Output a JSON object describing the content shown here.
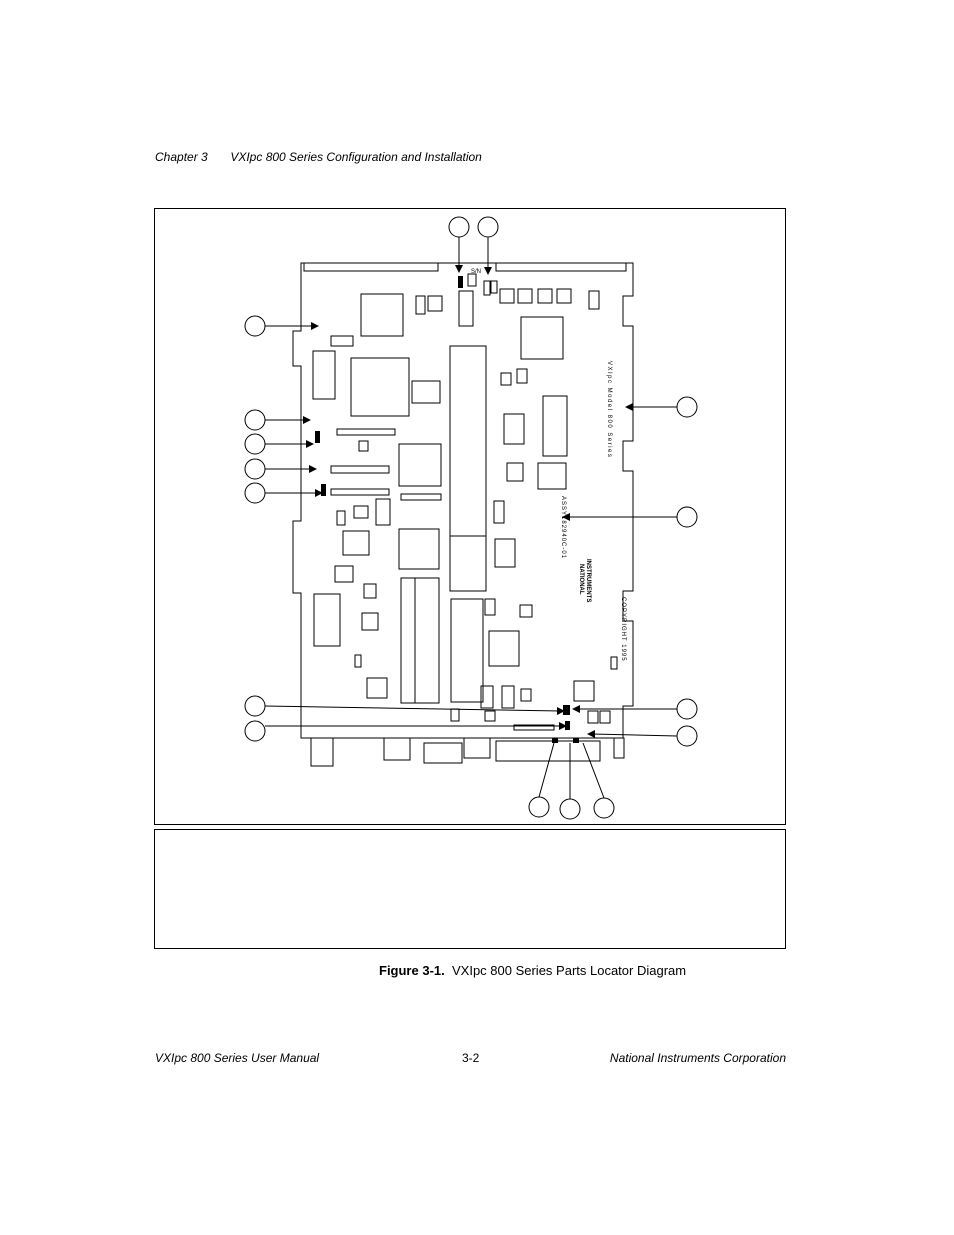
{
  "header": {
    "chapter": "Chapter 3",
    "title": "VXIpc 800 Series Configuration and Installation"
  },
  "board_labels": {
    "model": "VXIpc Model 800 Series",
    "assembly": "ASSY182940C-01",
    "brand_line1": "NATIONAL",
    "brand_line2": "INSTRUMENTS",
    "copyright": "COPYRIGHT 1995",
    "serial": "S/N"
  },
  "legend_lines": [],
  "caption": {
    "prefix": "Figure 3-1.",
    "text": "VXIpc 800 Series Parts Locator Diagram"
  },
  "footer": {
    "left": "VXIpc 800 Series User Manual",
    "center": "3-2",
    "right": "National Instruments Corporation"
  }
}
